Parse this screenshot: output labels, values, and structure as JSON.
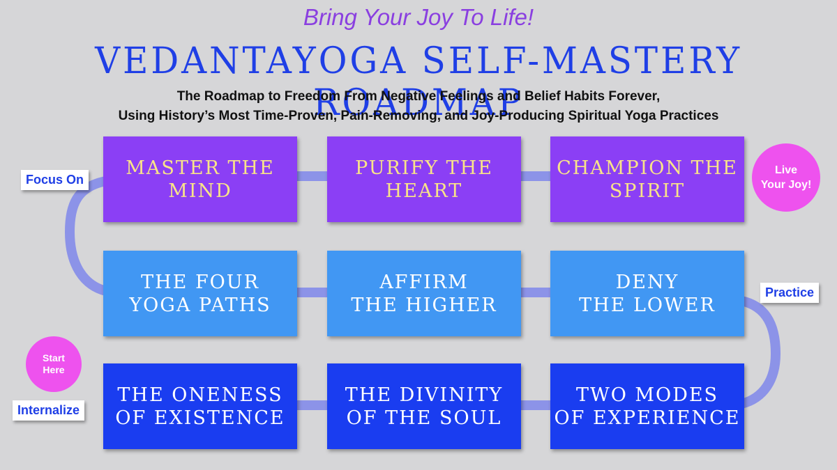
{
  "tagline": "Bring Your Joy To Life!",
  "title": "VedantaYoga Self-Mastery Roadmap",
  "subtitle_line1": "The Roadmap to Freedom From Negative Feelings and Belief Habits Forever,",
  "subtitle_line2": "Using History’s Most Time-Proven, Pain-Removing, and Joy-Producing Spiritual Yoga Practices",
  "colors": {
    "top_row": "#8b3ff5",
    "middle_row": "#4197f3",
    "bottom_row": "#1a3df0",
    "path": "#8c93e8",
    "badge": "#ee52ee"
  },
  "rows": {
    "top": [
      "Master the\nMind",
      "Purify the\nHeart",
      "Champion the\nSpirit"
    ],
    "middle": [
      "The Four\nYoga Paths",
      "Affirm\nthe Higher",
      "Deny\nthe Lower"
    ],
    "bottom": [
      "The Oneness\nof Existence",
      "The Divinity\nof the Soul",
      "Two Modes\nof Experience"
    ]
  },
  "labels": {
    "focus_on": "Focus On",
    "practice": "Practice",
    "internalize": "Internalize"
  },
  "badges": {
    "start_here": "Start\nHere",
    "live_your_joy": "Live\nYour Joy!"
  }
}
